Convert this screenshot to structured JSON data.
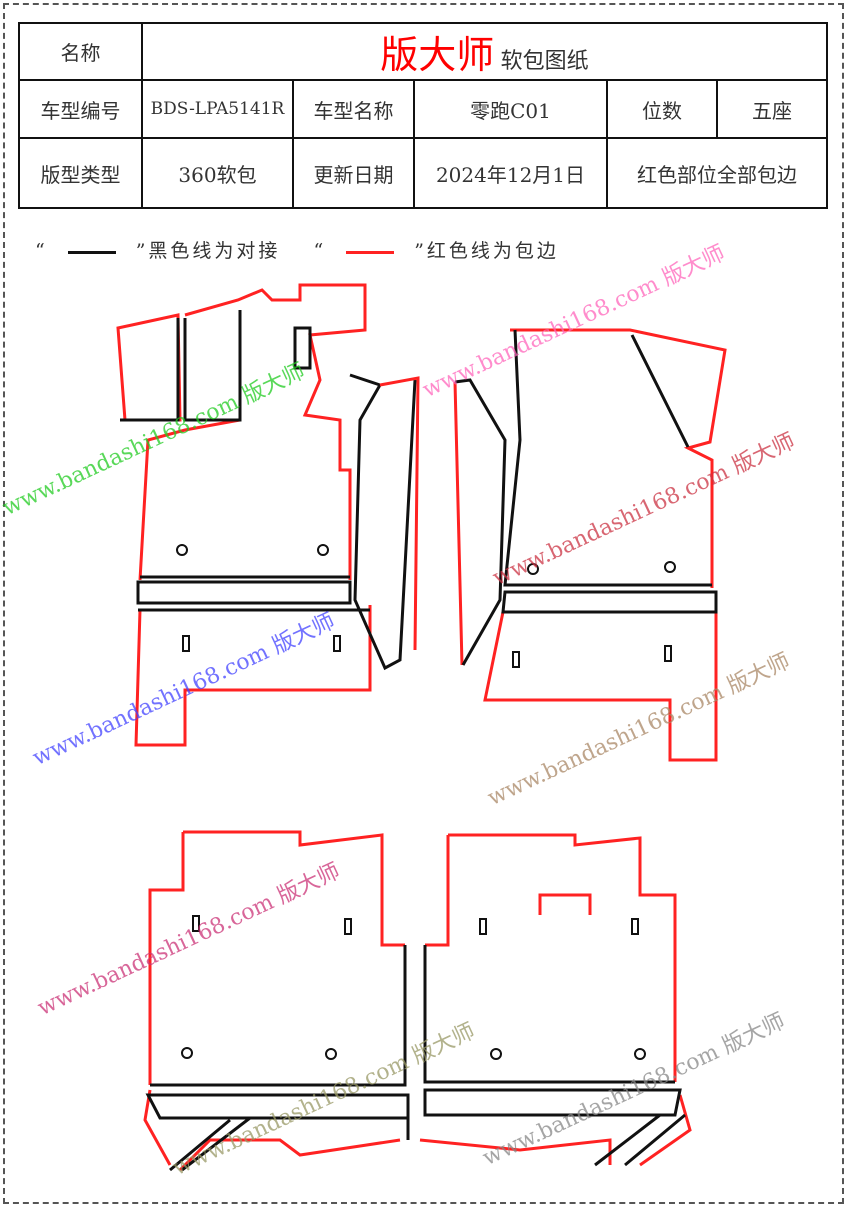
{
  "header": {
    "name_label": "名称",
    "brand": "版大师",
    "title_suffix": "软包图纸",
    "model_code_label": "车型编号",
    "model_code": "BDS-LPA5141R",
    "model_name_label": "车型名称",
    "model_name": "零跑C01",
    "seats_label": "位数",
    "seats": "五座",
    "type_label": "版型类型",
    "type": "360软包",
    "date_label": "更新日期",
    "date": "2024年12月1日",
    "note": "红色部位全部包边"
  },
  "legend": {
    "black_open": "“",
    "black_close": "”黑色线为对接",
    "red_open": "“",
    "red_close": "”红色线为包边"
  },
  "watermark": {
    "text": "www.bandashi168.com 版大师",
    "colors": [
      "#ff3399",
      "#00cc00",
      "#3333ff",
      "#cc2222",
      "#aa8866",
      "#999999"
    ]
  }
}
